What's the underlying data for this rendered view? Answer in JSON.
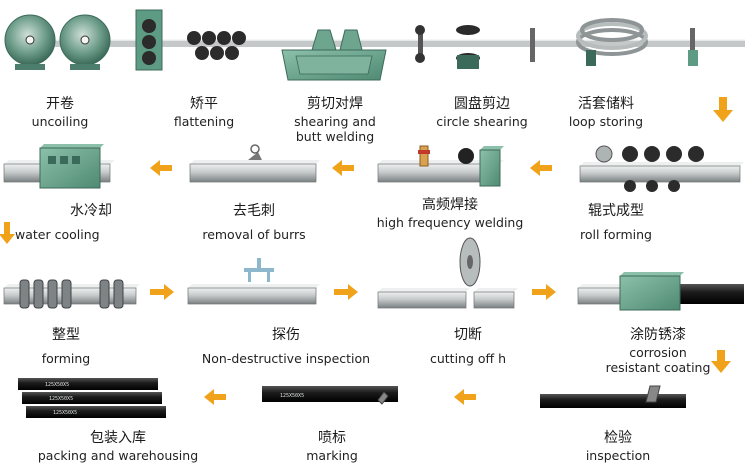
{
  "colors": {
    "arrow": "#f0a21a",
    "pipe_light": "#d2d5d6",
    "pipe_dark": "#6f7476",
    "machine_green": "#5e9b85",
    "black_pipe": "#1c1c1c"
  },
  "steps": [
    {
      "zh": "开卷",
      "en": "uncoiling"
    },
    {
      "zh": "矫平",
      "en": "flattening"
    },
    {
      "zh": "剪切对焊",
      "en": "shearing and",
      "en2": "butt welding"
    },
    {
      "zh": "圆盘剪边",
      "en": "circle shearing"
    },
    {
      "zh": "活套储料",
      "en": "loop storing"
    },
    {
      "zh": "水冷却",
      "en": "water cooling"
    },
    {
      "zh": "去毛刺",
      "en": "removal of burrs"
    },
    {
      "zh": "高频焊接",
      "en": "high frequency welding"
    },
    {
      "zh": "辊式成型",
      "en": "roll forming"
    },
    {
      "zh": "整型",
      "en": "forming"
    },
    {
      "zh": "探伤",
      "en": "Non-destructive inspection"
    },
    {
      "zh": "切断",
      "en": "cutting off h"
    },
    {
      "zh": "涂防锈漆",
      "en": "corrosion",
      "en2": "resistant coating"
    },
    {
      "zh": "包装入库",
      "en": "packing and warehousing"
    },
    {
      "zh": "喷标",
      "en": "marking"
    },
    {
      "zh": "检验",
      "en": "inspection"
    }
  ],
  "pipe_markings": [
    "125X50X5",
    "125X50X5",
    "125X50X5",
    "125X50X5"
  ]
}
